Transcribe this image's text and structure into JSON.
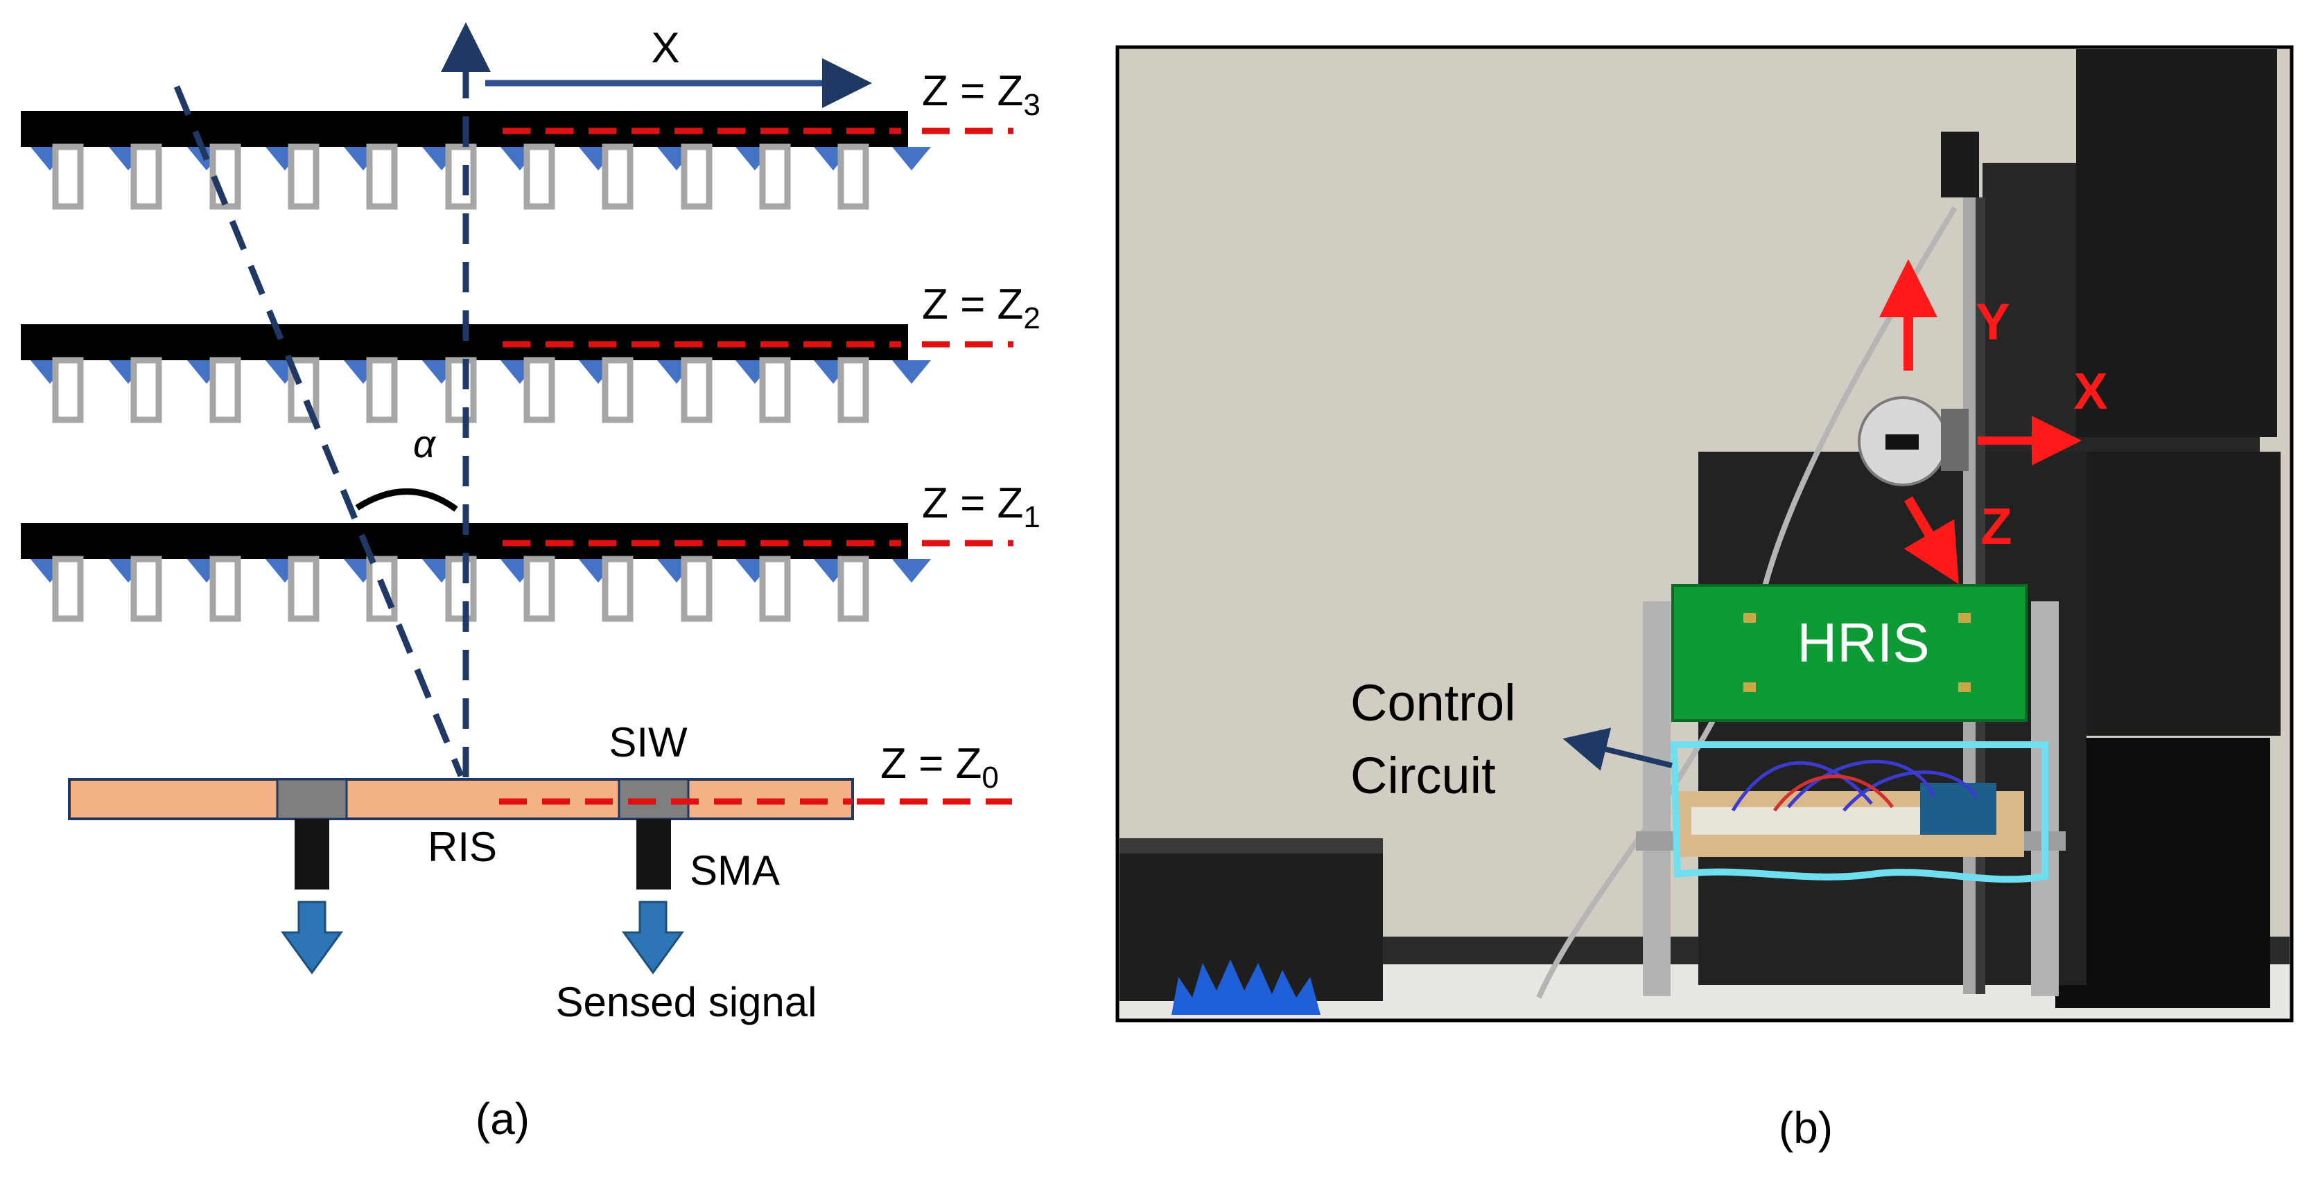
{
  "panel_a": {
    "axis_x_label": "X",
    "angle_label": "α",
    "planes": [
      {
        "z_prefix": "Z = Z",
        "z_sub": "3"
      },
      {
        "z_prefix": "Z = Z",
        "z_sub": "2"
      },
      {
        "z_prefix": "Z = Z",
        "z_sub": "1"
      }
    ],
    "ris_plane": {
      "z_prefix": "Z = Z",
      "z_sub": "0"
    },
    "labels": {
      "siw": "SIW",
      "ris": "RIS",
      "sma": "SMA",
      "sensed_signal": "Sensed signal"
    },
    "caption": "(a)"
  },
  "panel_b": {
    "axis_y": "Y",
    "axis_x": "X",
    "axis_z": "Z",
    "board_label": "HRIS",
    "control_label_line1": "Control",
    "control_label_line2": "Circuit",
    "caption": "(b)"
  },
  "colors": {
    "dashed_path": "#1f3864",
    "axis_arrow": "#2f4f8f",
    "red_dash": "#e01010",
    "substrate": "#f4b183",
    "arrow_blue": "#2e75b6",
    "photo_arrow_red": "#ff1a1a",
    "hris_green": "#0e9a35",
    "control_box": "#6fdff0"
  }
}
